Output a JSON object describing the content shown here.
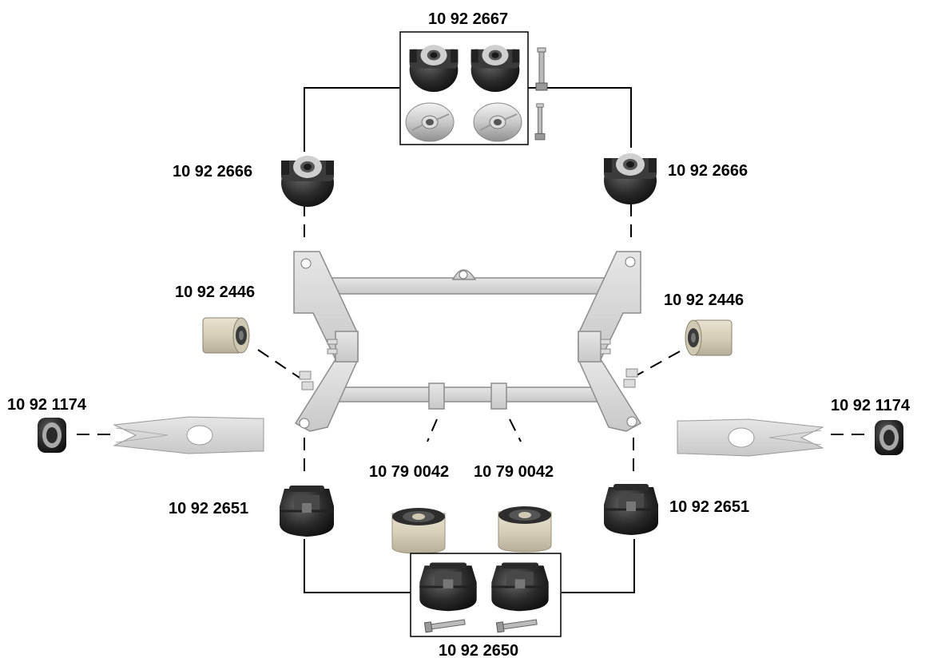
{
  "labels": {
    "kit_top": "10 92 2667",
    "mount_top_left": "10 92 2666",
    "mount_top_right": "10 92 2666",
    "bushing_left": "10 92 2446",
    "bushing_right": "10 92 2446",
    "arm_bush_left": "10 92 1174",
    "arm_bush_right": "10 92 1174",
    "center_bush_left": "10 79 0042",
    "center_bush_right": "10 79 0042",
    "mount_bottom_left": "10 92 2651",
    "mount_bottom_right": "10 92 2651",
    "kit_bottom": "10 92 2650"
  }
}
